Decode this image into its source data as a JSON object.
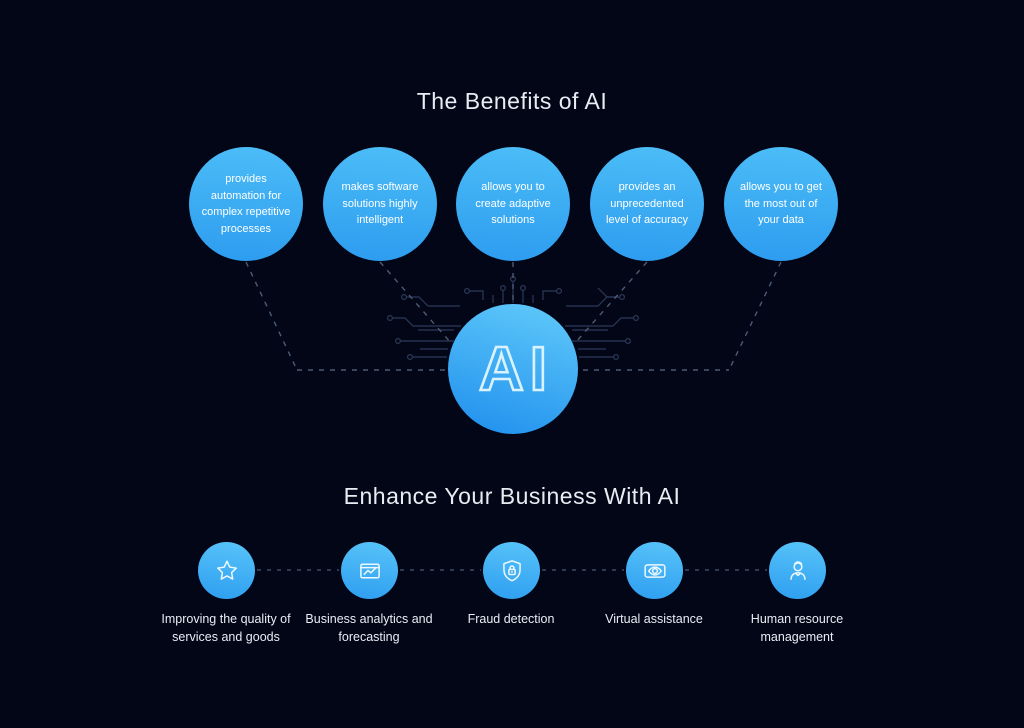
{
  "colors": {
    "background": "#020617",
    "accent_blue_light": "#4cbdf7",
    "accent_blue_dark": "#2d9cef",
    "connector_dash": "#4d5b76",
    "circuit_trace": "#2c3a58",
    "text": "#e9edf3"
  },
  "benefits": {
    "title": "The Benefits of AI",
    "items": [
      {
        "text": "provides automation for complex repetitive processes"
      },
      {
        "text": "makes software solutions highly intelligent"
      },
      {
        "text": "allows you to create adaptive solutions"
      },
      {
        "text": "provides an unprecedented level of accuracy"
      },
      {
        "text": "allows you to get the most out of your data"
      }
    ]
  },
  "center": {
    "label": "AI"
  },
  "enhance": {
    "title": "Enhance Your Business With AI",
    "items": [
      {
        "icon": "star-icon",
        "label": "Improving the quality of services and goods"
      },
      {
        "icon": "analytics-icon",
        "label": "Business analytics and forecasting"
      },
      {
        "icon": "shield-lock-icon",
        "label": "Fraud detection"
      },
      {
        "icon": "eye-icon",
        "label": "Virtual assistance"
      },
      {
        "icon": "person-icon",
        "label": "Human resource management"
      }
    ]
  }
}
